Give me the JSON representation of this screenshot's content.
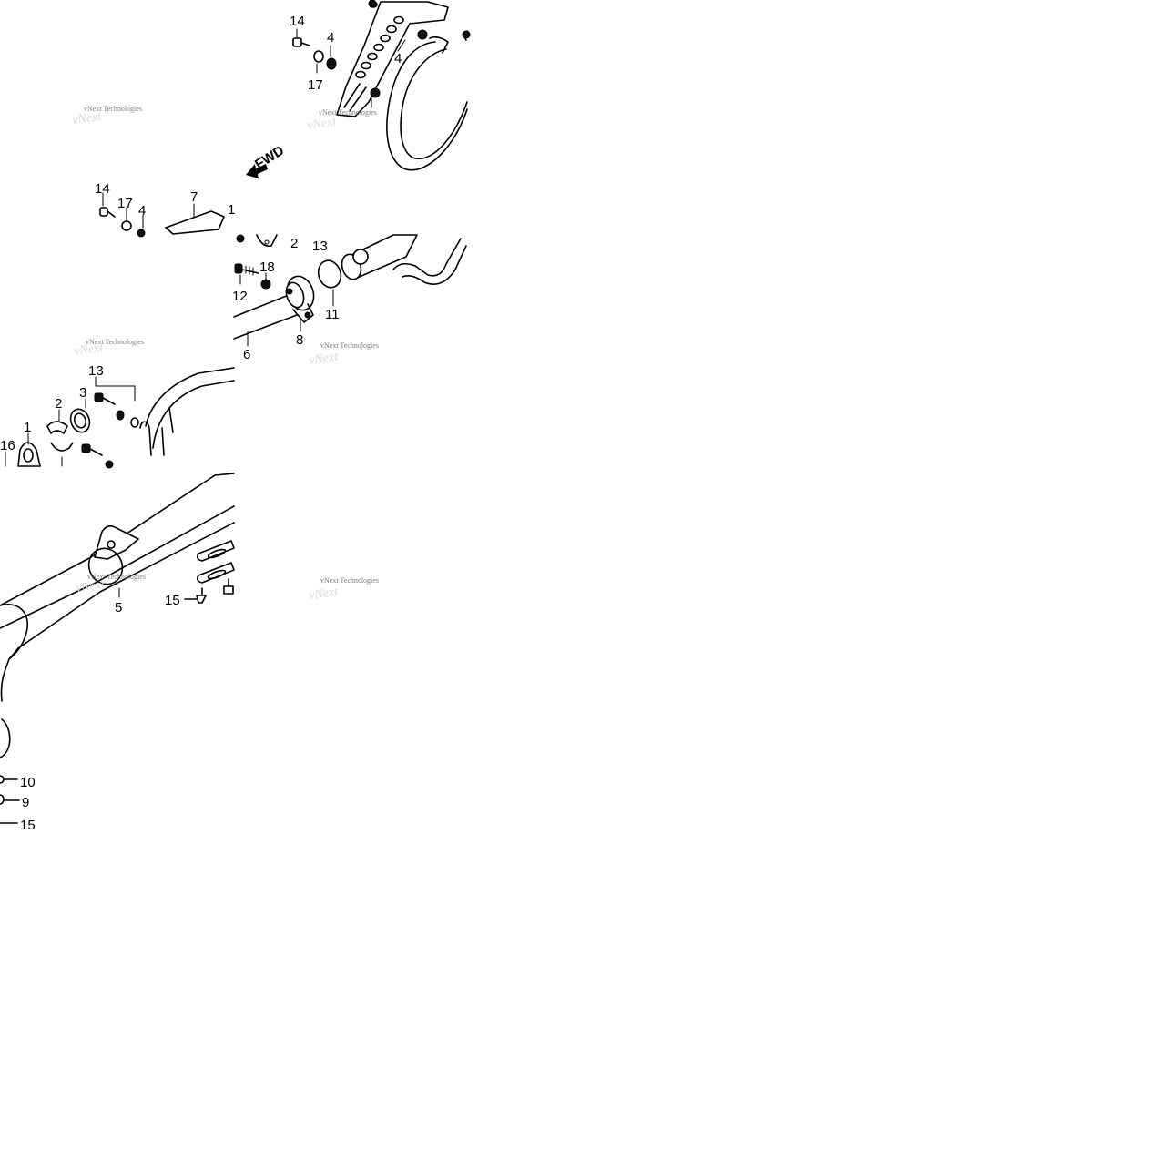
{
  "diagram": {
    "direction_label": "FWD",
    "watermark": "vNext Technologies",
    "callouts": [
      {
        "id": "c-14-top",
        "text": "14"
      },
      {
        "id": "c-4-top",
        "text": "4"
      },
      {
        "id": "c-17-top",
        "text": "17"
      },
      {
        "id": "c-4-mid",
        "text": "4"
      },
      {
        "id": "c-14-left",
        "text": "14"
      },
      {
        "id": "c-17-left",
        "text": "17"
      },
      {
        "id": "c-4-left",
        "text": "4"
      },
      {
        "id": "c-7",
        "text": "7"
      },
      {
        "id": "c-1-top",
        "text": "1"
      },
      {
        "id": "c-2-top",
        "text": "2"
      },
      {
        "id": "c-13-top",
        "text": "13"
      },
      {
        "id": "c-18",
        "text": "18"
      },
      {
        "id": "c-12",
        "text": "12"
      },
      {
        "id": "c-11",
        "text": "11"
      },
      {
        "id": "c-8",
        "text": "8"
      },
      {
        "id": "c-6",
        "text": "6"
      },
      {
        "id": "c-13-left",
        "text": "13"
      },
      {
        "id": "c-3",
        "text": "3"
      },
      {
        "id": "c-2-left",
        "text": "2"
      },
      {
        "id": "c-1-left",
        "text": "1"
      },
      {
        "id": "c-16",
        "text": "16"
      },
      {
        "id": "c-5",
        "text": "5"
      },
      {
        "id": "c-15-mid",
        "text": "15"
      },
      {
        "id": "c-10",
        "text": "10"
      },
      {
        "id": "c-9",
        "text": "9"
      },
      {
        "id": "c-15-bottom",
        "text": "15"
      }
    ]
  }
}
